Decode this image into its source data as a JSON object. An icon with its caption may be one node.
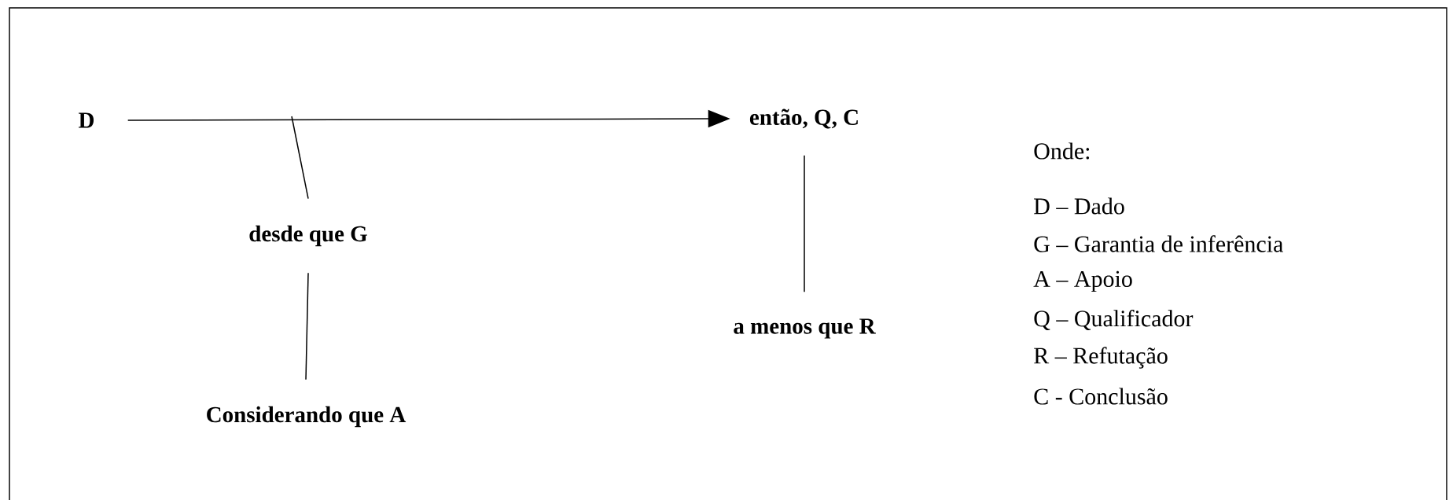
{
  "diagram": {
    "nodes": [
      {
        "text": [
          "D"
        ]
      },
      {
        "text": [
          "então,  Q, C"
        ]
      },
      {
        "text": [
          "desde que G"
        ]
      },
      {
        "text": [
          "Considerando que A"
        ]
      },
      {
        "text": [
          "a menos que R"
        ]
      }
    ],
    "edges": [
      {
        "from": 0,
        "to": 1,
        "arrow": "to"
      },
      {
        "from": null,
        "to": 2,
        "arrow": "none"
      },
      {
        "from": 2,
        "to": 3,
        "arrow": "none"
      },
      {
        "from": 1,
        "to": 4,
        "arrow": "none"
      }
    ],
    "labels": [
      "Onde:",
      "D – Dado",
      "G – Garantia de inferência",
      "A – Apoio",
      "Q – Qualificador",
      "R – Refutação",
      "C - Conclusão"
    ]
  }
}
